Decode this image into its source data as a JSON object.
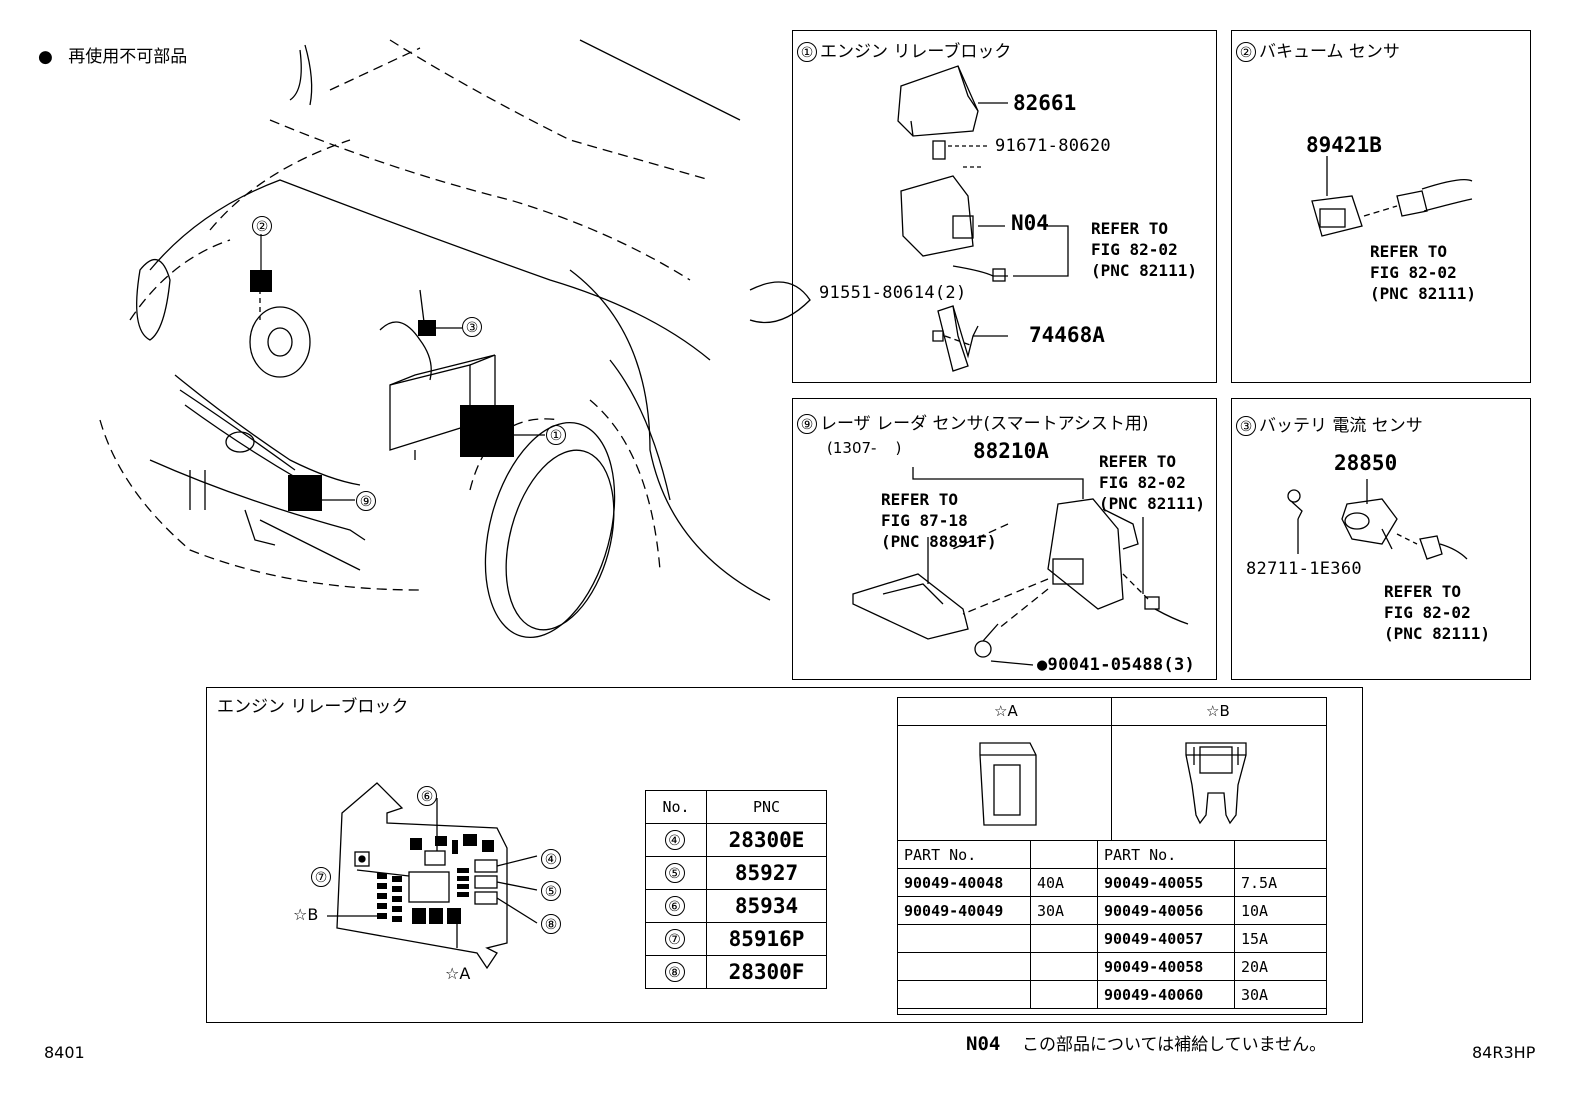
{
  "legend": {
    "bullet": "●",
    "text": "再使用不可部品"
  },
  "callouts": [
    "②",
    "③",
    "①",
    "⑨"
  ],
  "panel1": {
    "num": "①",
    "title": "エンジン リレーブロック",
    "parts": [
      "82661",
      "91671-80620",
      "N04",
      "91551-80614(2)",
      "74468A"
    ],
    "ref": "REFER TO\nFIG 82-02\n(PNC 82111)"
  },
  "panel2": {
    "num": "②",
    "title": "バキューム センサ",
    "part": "89421B",
    "ref": "REFER TO\nFIG 82-02\n(PNC 82111)"
  },
  "panel9": {
    "num": "⑨",
    "title": "レーザ レーダ センサ(スマートアシスト用)",
    "date": "(1307-    )",
    "part": "88210A",
    "ref_left": "REFER TO\nFIG 87-18\n(PNC 88891F)",
    "ref_right": "REFER TO\nFIG 82-02\n(PNC 82111)",
    "bolt": "●90041-05488(3)"
  },
  "panel3": {
    "num": "③",
    "title": "バッテリ 電流 センサ",
    "part": "28850",
    "clip": "82711-1E360",
    "ref": "REFER TO\nFIG 82-02\n(PNC 82111)"
  },
  "relay_block": {
    "title": "エンジン リレーブロック",
    "labels": [
      "⑥",
      "⑦",
      "④",
      "⑤",
      "⑧",
      "☆B",
      "☆A"
    ],
    "pnc_table": {
      "headers": [
        "No.",
        "PNC"
      ],
      "rows": [
        [
          "④",
          "28300E"
        ],
        [
          "⑤",
          "85927"
        ],
        [
          "⑥",
          "85934"
        ],
        [
          "⑦",
          "85916P"
        ],
        [
          "⑧",
          "28300F"
        ]
      ]
    },
    "fuse_table": {
      "type_headers": [
        "☆A",
        "☆B"
      ],
      "col_headers": [
        "PART No.",
        "",
        "PART No.",
        ""
      ],
      "rows": [
        [
          "90049-40048",
          "40A",
          "90049-40055",
          "7.5A"
        ],
        [
          "90049-40049",
          "30A",
          "90049-40056",
          "10A"
        ],
        [
          "",
          "",
          "90049-40057",
          "15A"
        ],
        [
          "",
          "",
          "90049-40058",
          "20A"
        ],
        [
          "",
          "",
          "90049-40060",
          "30A"
        ]
      ]
    }
  },
  "footer": {
    "left": "8401",
    "note_code": "N04",
    "note_text": "この部品については補給していません。",
    "right": "84R3HP"
  }
}
